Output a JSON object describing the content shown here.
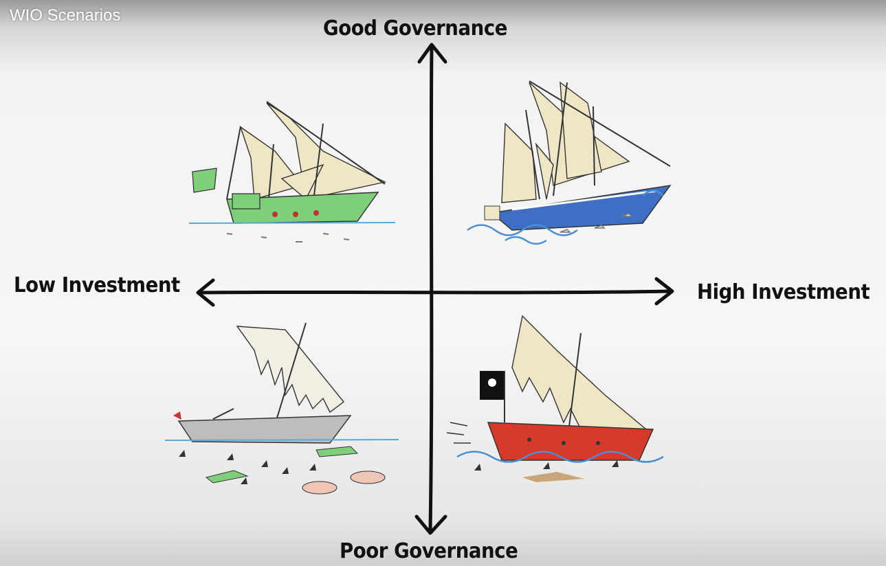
{
  "video_title": "WIO Scenarios",
  "axes": {
    "top": "Good Governance",
    "bottom": "Poor Governance",
    "left": "Low Investment",
    "right": "High Investment"
  },
  "colors": {
    "sail": "#efe6c6",
    "green_hull": "#7fcf7a",
    "blue_hull": "#3f6fc4",
    "grey_hull": "#bdbdbd",
    "red_hull": "#d63a2a",
    "water": "#5aa8d8",
    "ink": "#111111"
  }
}
